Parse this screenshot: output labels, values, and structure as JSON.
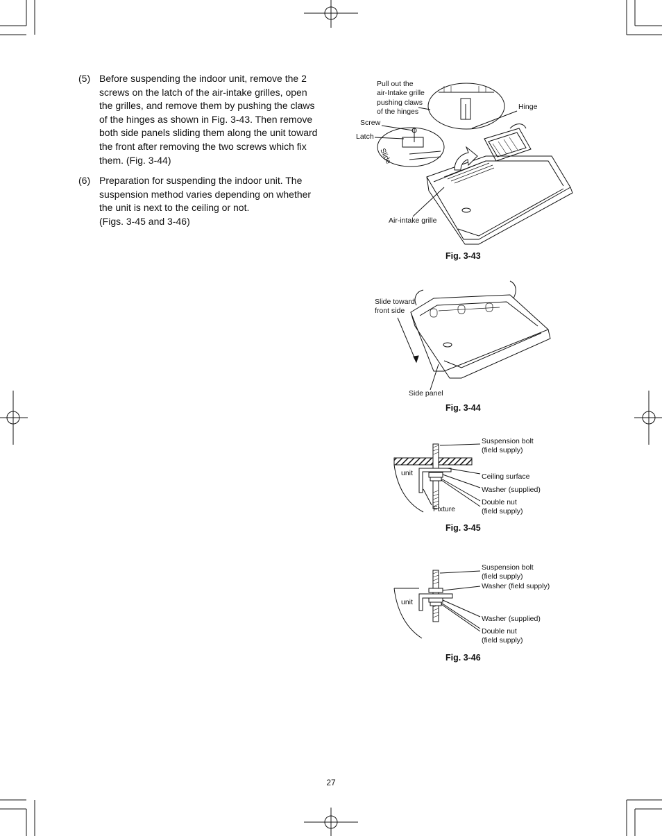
{
  "steps": [
    {
      "num": "(5)",
      "text": "Before suspending the indoor unit, remove the 2 screws on the latch of the air-intake grilles, open the grilles, and remove them by pushing the claws of the hinges as shown in Fig. 3-43. Then remove both side panels sliding them along the unit toward the front after removing the two screws which fix them. (Fig. 3-44)"
    },
    {
      "num": "(6)",
      "text": "Preparation for suspending the indoor unit. The suspension method varies depending on whether the unit is next to the ceiling or not.",
      "text2": "(Figs. 3-45 and 3-46)"
    }
  ],
  "fig43": {
    "caption": "Fig. 3-43",
    "label_pull": "Pull out the\nair-Intake grille\npushing claws\nof the hinges",
    "label_hinge": "Hinge",
    "label_screw": "Screw",
    "label_latch": "Latch",
    "label_slide": "Slide",
    "label_grille": "Air-intake grille"
  },
  "fig44": {
    "caption": "Fig. 3-44",
    "label_slide": "Slide toward\nfront side",
    "label_panel": "Side panel"
  },
  "fig45": {
    "caption": "Fig. 3-45",
    "label_bolt": "Suspension bolt\n(field supply)",
    "label_ceiling": "Ceiling surface",
    "label_washer": "Washer (supplied)",
    "label_nut": "Double nut\n(field supply)",
    "label_unit": "unit",
    "label_fixture": "Fixture"
  },
  "fig46": {
    "caption": "Fig. 3-46",
    "label_bolt": "Suspension bolt\n(field supply)",
    "label_washer_field": "Washer (field supply)",
    "label_washer": "Washer (supplied)",
    "label_nut": "Double nut\n(field supply)",
    "label_unit": "unit"
  },
  "page_number": "27"
}
